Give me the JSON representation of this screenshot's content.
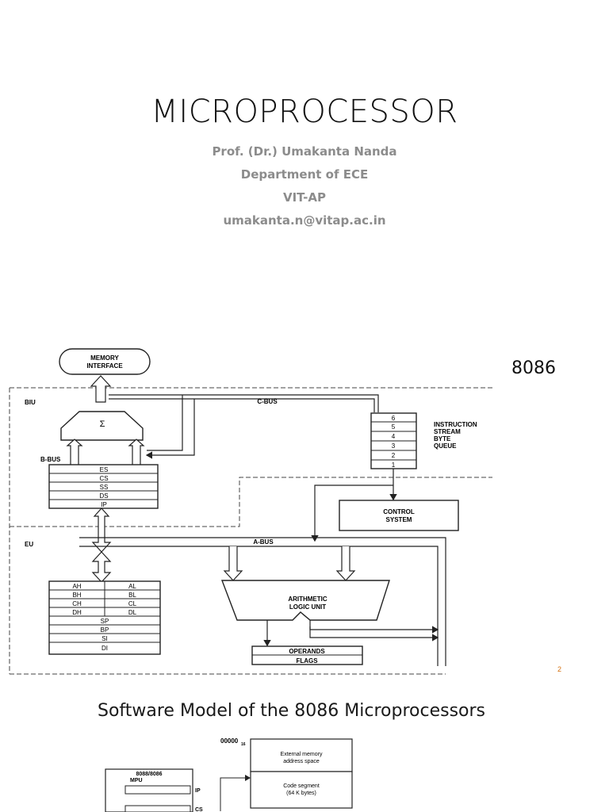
{
  "slide1": {
    "title": "MICROPROCESSOR",
    "author": "Prof. (Dr.) Umakanta Nanda",
    "department": "Department of ECE",
    "institution": "VIT-AP",
    "email": "umakanta.n@vitap.ac.in"
  },
  "slide2": {
    "side_label": "8086",
    "page_number": "2",
    "diagram": {
      "memory_interface": [
        "MEMORY",
        "INTERFACE"
      ],
      "biu": "BIU",
      "eu": "EU",
      "c_bus": "C-BUS",
      "b_bus": "B-BUS",
      "a_bus": "A-BUS",
      "sigma": "Σ",
      "segment_registers": [
        "ES",
        "CS",
        "SS",
        "DS",
        "IP"
      ],
      "queue_numbers": [
        "6",
        "5",
        "4",
        "3",
        "2",
        "1"
      ],
      "queue_label": [
        "INSTRUCTION",
        "STREAM",
        "BYTE",
        "QUEUE"
      ],
      "control_system": [
        "CONTROL",
        "SYSTEM"
      ],
      "general_registers": [
        [
          "AH",
          "AL"
        ],
        [
          "BH",
          "BL"
        ],
        [
          "CH",
          "CL"
        ],
        [
          "DH",
          "DL"
        ]
      ],
      "pointer_registers": [
        "SP",
        "BP",
        "SI",
        "DI"
      ],
      "alu": [
        "ARITHMETIC",
        "LOGIC UNIT"
      ],
      "operands": "OPERANDS",
      "flags": "FLAGS"
    }
  },
  "slide3": {
    "title": "Software Model of the 8086 Microprocessors",
    "address": "00000",
    "address_sub": "16",
    "mpu": [
      "8088/8086",
      "MPU"
    ],
    "reg_ip": "IP",
    "reg_cs": "CS",
    "external_memory": [
      "External memory",
      "address space"
    ],
    "code_segment": [
      "Code segment",
      "(64 K bytes)"
    ]
  }
}
